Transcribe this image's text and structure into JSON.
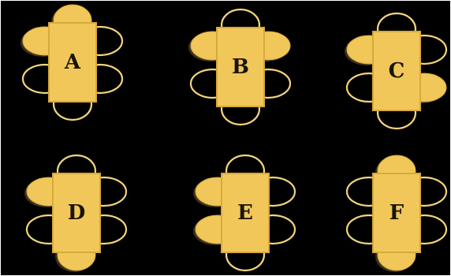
{
  "colors": {
    "background": "#000000",
    "table": "#f1c75a",
    "table_edge": "#d9a93a",
    "chair_outline": "#f3d57c",
    "chair_occupied": "#f1c75a",
    "shadow": "#3a3020",
    "page_border": "#ffffff"
  },
  "tiles": [
    {
      "label": "A",
      "occupied": [
        "top",
        "left-top"
      ]
    },
    {
      "label": "B",
      "occupied": [
        "left-top",
        "right-top"
      ]
    },
    {
      "label": "C",
      "occupied": [
        "left-top",
        "right-bottom"
      ]
    },
    {
      "label": "D",
      "occupied": [
        "left-top",
        "bottom"
      ]
    },
    {
      "label": "E",
      "occupied": [
        "left-top",
        "left-bottom"
      ]
    },
    {
      "label": "F",
      "occupied": [
        "top",
        "bottom"
      ]
    }
  ]
}
